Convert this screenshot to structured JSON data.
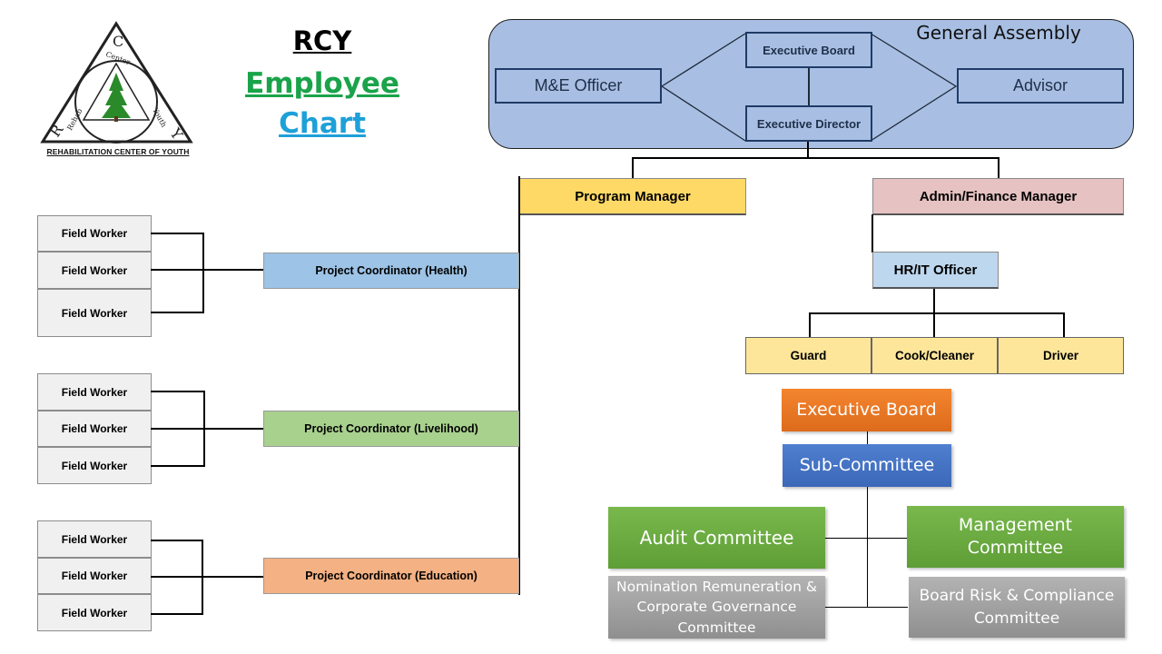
{
  "logo": {
    "letter_top": "C",
    "letter_left": "R",
    "letter_right": "Y",
    "word_center": "Center",
    "word_right": "Youth",
    "word_left": "Rehab",
    "caption": "REHABILITATION CENTER OF YOUTH"
  },
  "title": {
    "line1": "RCY",
    "line2": "Employee",
    "line3": "Chart",
    "colors": {
      "line1": "#000000",
      "line2": "#1aa34a",
      "line3": "#1ea0d8"
    }
  },
  "governance": {
    "assembly": "General Assembly",
    "board": "Executive Board",
    "director": "Executive Director",
    "me_officer": "M&E Officer",
    "advisor": "Advisor"
  },
  "managers": {
    "program": "Program Manager",
    "admin": "Admin/Finance Manager"
  },
  "coordinators": [
    {
      "label": "Project Coordinator (Health)",
      "color": "#9dc3e6",
      "workers": [
        "Field Worker",
        "Field Worker",
        "Field Worker"
      ]
    },
    {
      "label": "Project Coordinator (Livelihood)",
      "color": "#a9d18e",
      "workers": [
        "Field Worker",
        "Field Worker",
        "Field Worker"
      ]
    },
    {
      "label": "Project Coordinator (Education)",
      "color": "#f4b183",
      "workers": [
        "Field Worker",
        "Field Worker",
        "Field Worker"
      ]
    }
  ],
  "admin_side": {
    "hr": "HR/IT Officer",
    "staff": [
      "Guard",
      "Cook/Cleaner",
      "Driver"
    ]
  },
  "committees": {
    "board": "Executive Board",
    "sub": "Sub-Committee",
    "audit": "Audit Committee",
    "management": "Management Committee",
    "nomination": "Nomination Remuneration & Corporate Governance Committee",
    "risk": "Board Risk & Compliance Committee",
    "colors": {
      "board": "#ed7d31",
      "sub": "#4472c4",
      "green": "#70ad47",
      "gray": "#a5a5a5"
    }
  }
}
